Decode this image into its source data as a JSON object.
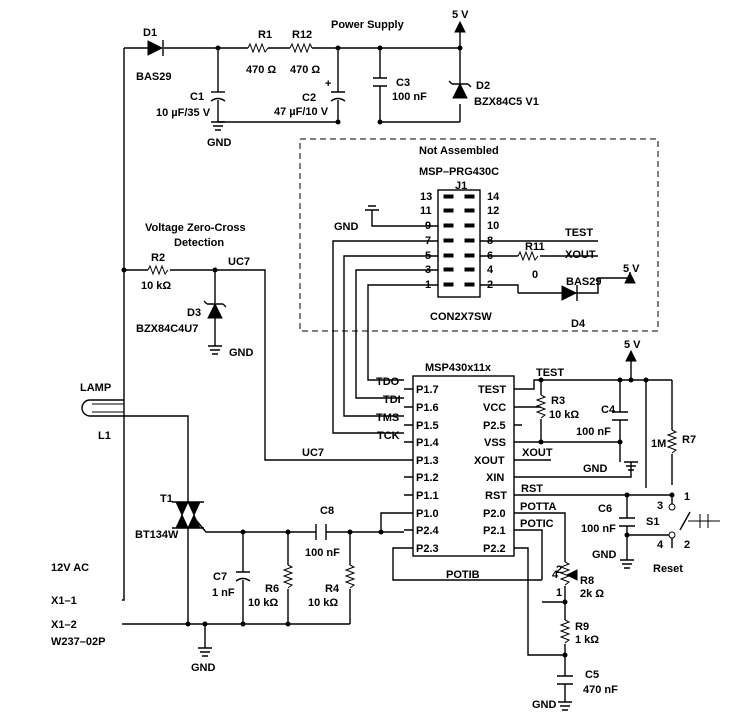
{
  "labels": {
    "power_supply": "Power Supply",
    "vcc_top": "5 V",
    "vcc_mid": "5 V",
    "vcc_conn": "5 V",
    "d1": "D1",
    "d1_val": "BAS29",
    "r1": "R1",
    "r1_val": "470 Ω",
    "r12": "R12",
    "r12_val": "470 Ω",
    "c1": "C1",
    "c1_val": "10 µF/35 V",
    "c2": "C2",
    "c2_val": "47 µF/10 V",
    "c3": "C3",
    "c3_val": "100 nF",
    "d2": "D2",
    "d2_val": "BZX84C5 V1",
    "gnd1": "GND",
    "not_assembled": "Not Assembled",
    "prg_title": "MSP–PRG430C",
    "j1": "J1",
    "conn_name": "CON2X7SW",
    "gnd_conn": "GND",
    "test_net": "TEST",
    "xout_net": "XOUT",
    "r11": "R11",
    "r11_val": "0",
    "d4": "D4",
    "d4_val": "BAS29",
    "zc_title": "Voltage Zero-Cross",
    "zc_title2": "Detection",
    "r2": "R2",
    "r2_val": "10 kΩ",
    "uc7": "UC7",
    "d3": "D3",
    "d3_val": "BZX84C4U7",
    "gnd_d3": "GND",
    "lamp": "LAMP",
    "l1": "L1",
    "t1": "T1",
    "t1_val": "BT134W",
    "ac": "12V AC",
    "x1_1": "X1–1",
    "x1_2": "X1–2",
    "w237": "W237–02P",
    "gnd_bottom": "GND",
    "c7": "C7",
    "c7_val": "1 nF",
    "r6": "R6",
    "r6_val": "10 kΩ",
    "r4": "R4",
    "r4_val": "10 kΩ",
    "c8": "C8",
    "c8_val": "100 nF",
    "potib": "POTIB",
    "uc7_b": "UC7",
    "mcu": "MSP430x11x",
    "tdo": "TDO",
    "tdi": "TDI",
    "tms": "TMS",
    "tck": "TCK",
    "test_top": "TEST",
    "r3": "R3",
    "r3_val": "10 kΩ",
    "c4": "C4",
    "c4_val": "100 nF",
    "xout_r": "XOUT",
    "gnd_c4": "GND",
    "r7": "R7",
    "r7_val": "1M",
    "rst": "RST",
    "potta": "POTTA",
    "potic": "POTIC",
    "c6": "C6",
    "c6_val": "100 nF",
    "s1": "S1",
    "gnd_c6": "GND",
    "reset": "Reset",
    "r8": "R8",
    "r8_val": "2k Ω",
    "r9": "R9",
    "r9_val": "1 kΩ",
    "c5": "C5",
    "c5_val": "470 nF",
    "gnd_c5": "GND"
  },
  "header_pins_left": [
    "13",
    "11",
    "9",
    "7",
    "5",
    "3",
    "1"
  ],
  "header_pins_right": [
    "14",
    "12",
    "10",
    "8",
    "6",
    "4",
    "2"
  ],
  "mcu_left_pins": [
    "P1.7",
    "P1.6",
    "P1.5",
    "P1.4",
    "P1.3",
    "P1.2",
    "P1.1",
    "P1.0",
    "P2.4",
    "P2.3"
  ],
  "mcu_right_pins": [
    "TEST",
    "VCC",
    "P2.5",
    "VSS",
    "XOUT",
    "XIN",
    "RST",
    "P2.0",
    "P2.1",
    "P2.2"
  ],
  "switch_pins": [
    "1",
    "2",
    "3",
    "4"
  ],
  "pot_pins": [
    "1",
    "2",
    "4"
  ]
}
